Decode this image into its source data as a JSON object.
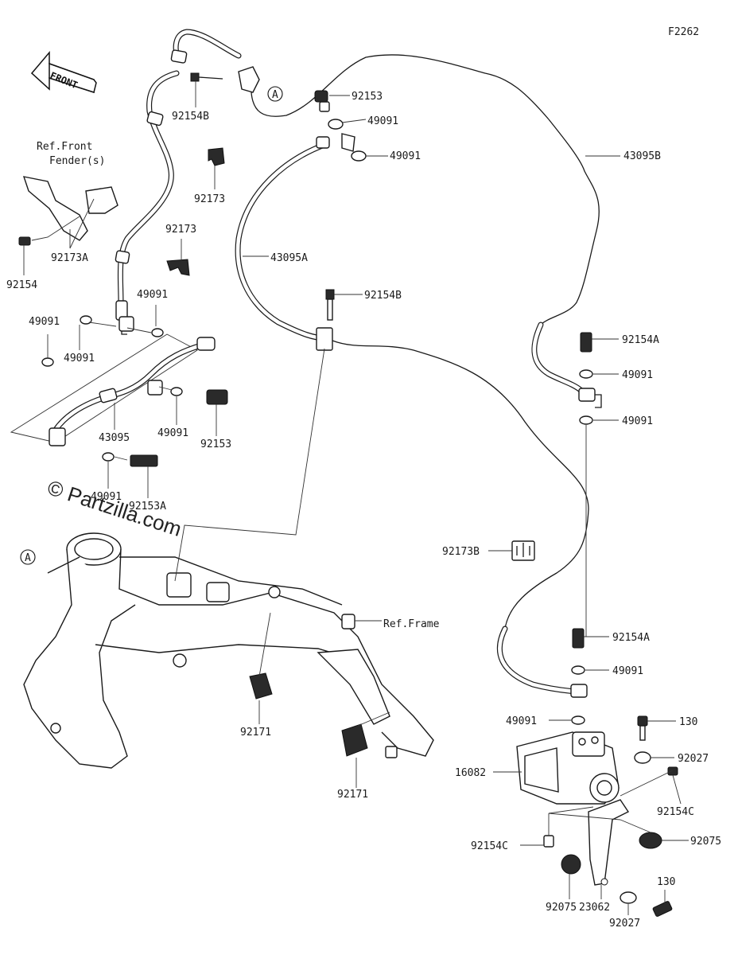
{
  "diagram_code": "F2262",
  "front_arrow": {
    "text": "FRONT",
    "icon": "front-arrow-icon"
  },
  "watermark": "© Partzilla.com",
  "callout_marker": "A",
  "references": {
    "front_fender_line1": "Ref.Front",
    "front_fender_line2": "Fender(s)",
    "frame": "Ref.Frame"
  },
  "labels": {
    "l_92154B_top": "92154B",
    "l_92153_top": "92153",
    "l_49091_a": "49091",
    "l_49091_b": "49091",
    "l_43095B": "43095B",
    "l_92173_a": "92173",
    "l_92173_b": "92173",
    "l_43095A": "43095A",
    "l_92154B_mid": "92154B",
    "l_92173A": "92173A",
    "l_92154": "92154",
    "l_49091_c": "49091",
    "l_49091_d": "49091",
    "l_49091_e": "49091",
    "l_43095": "43095",
    "l_49091_f": "49091",
    "l_92153_mid": "92153",
    "l_49091_g": "49091",
    "l_92153A": "92153A",
    "l_92154A_top": "92154A",
    "l_49091_h": "49091",
    "l_49091_i": "49091",
    "l_92173B": "92173B",
    "l_92154A_low": "92154A",
    "l_49091_j": "49091",
    "l_49091_k": "49091",
    "l_130_top": "130",
    "l_92027_top": "92027",
    "l_16082": "16082",
    "l_92154C_right": "92154C",
    "l_92154C_left": "92154C",
    "l_92075_right": "92075",
    "l_92075_left": "92075",
    "l_23062": "23062",
    "l_130_low": "130",
    "l_92027_low": "92027",
    "l_92171_a": "92171",
    "l_92171_b": "92171"
  }
}
